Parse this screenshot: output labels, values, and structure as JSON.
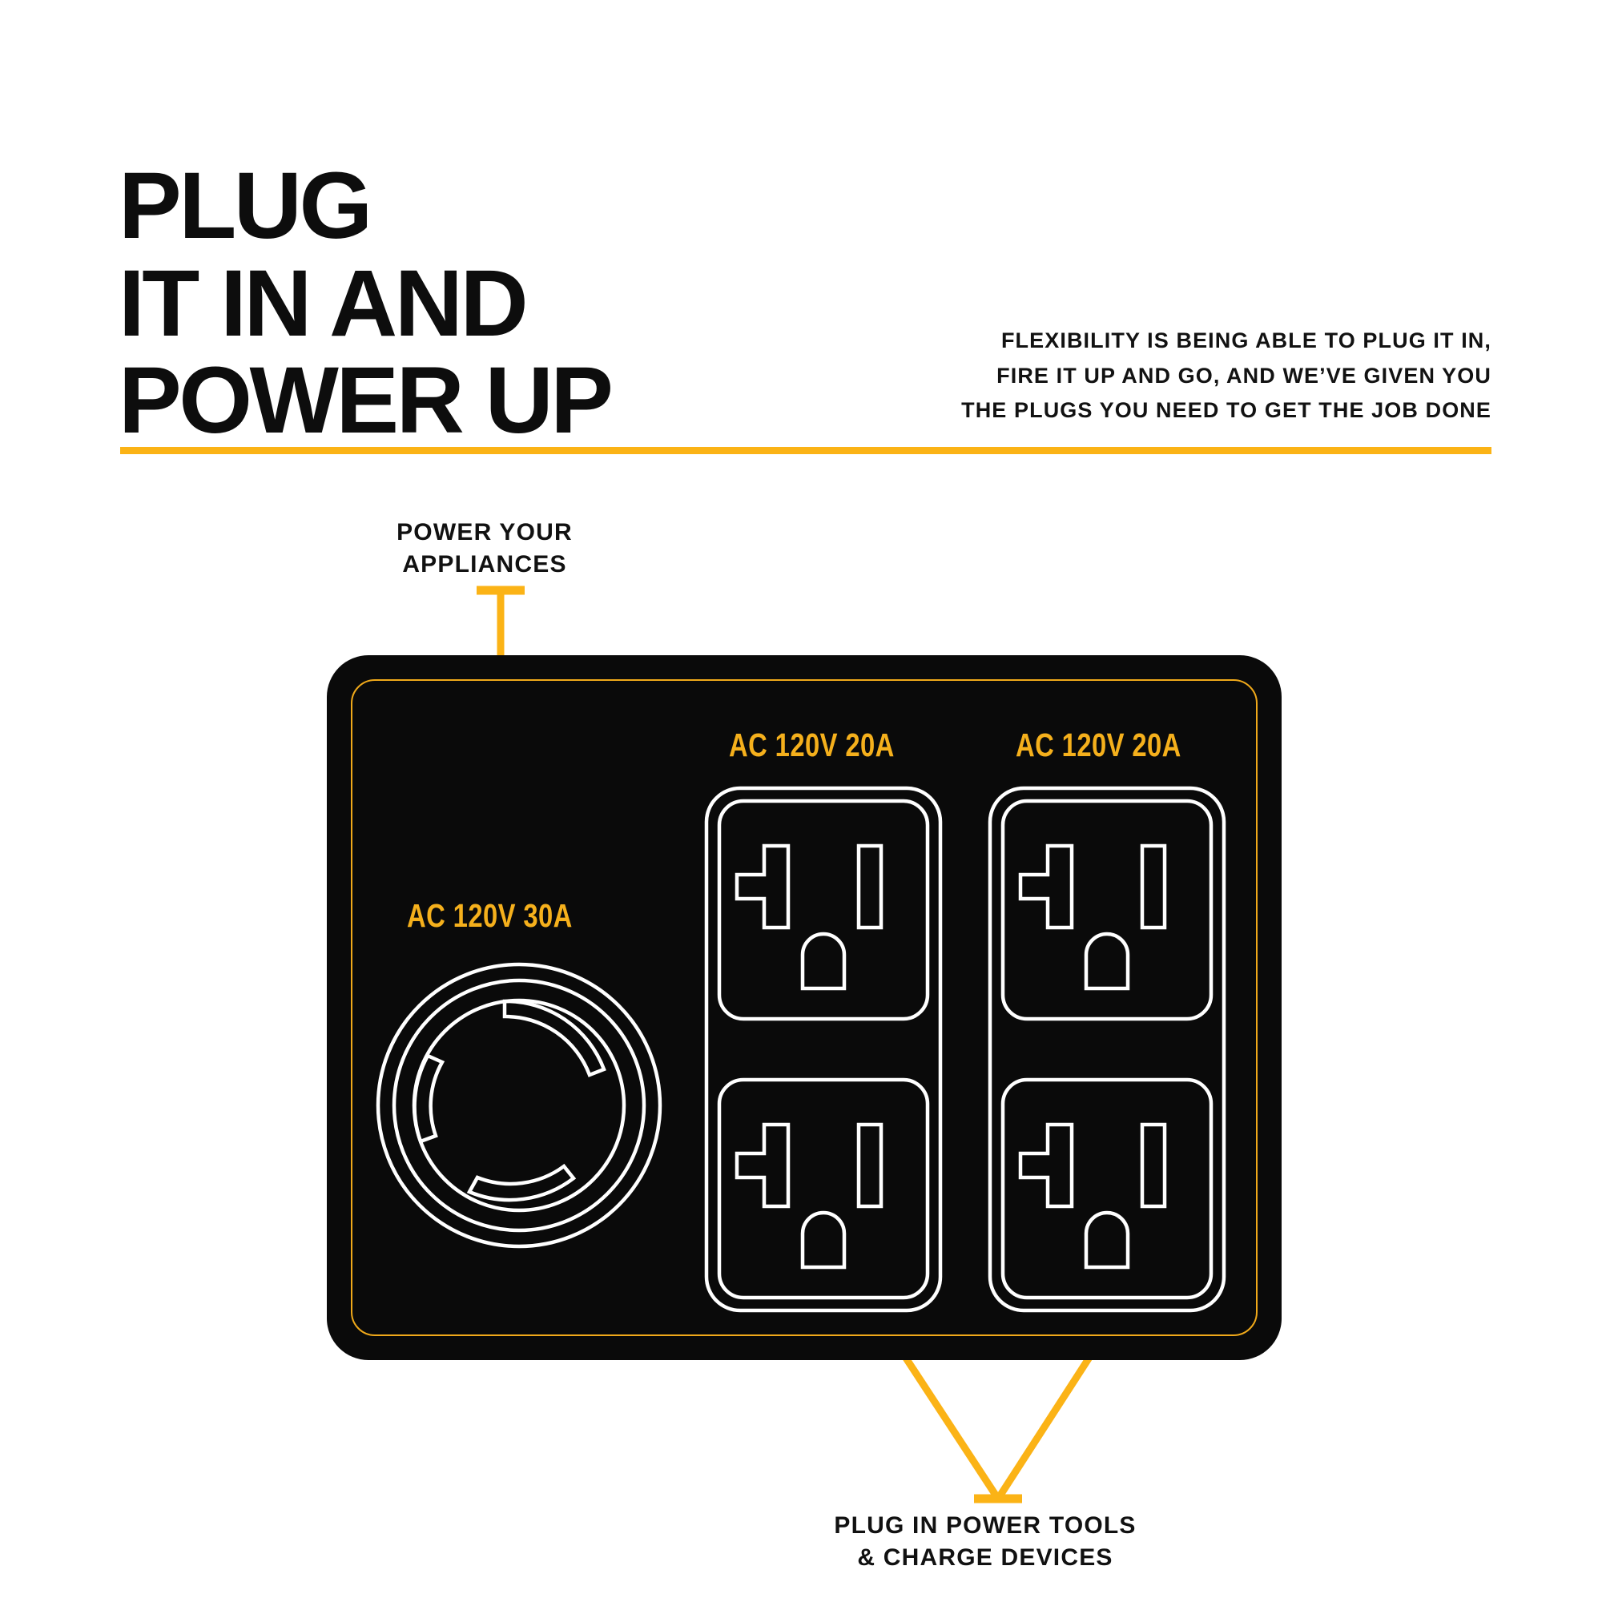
{
  "header": {
    "headline": "PLUG\nIT IN AND\nPOWER UP",
    "intro_lines": [
      "FLEXIBILITY IS BEING ABLE TO PLUG IT IN,",
      "FIRE IT UP AND GO, AND WE’VE GIVEN YOU",
      "THE PLUGS YOU NEED TO GET THE JOB DONE"
    ]
  },
  "callouts": {
    "top": {
      "lines": [
        "POWER YOUR",
        "APPLIANCES"
      ]
    },
    "bottom": {
      "lines": [
        "PLUG IN POWER TOOLS",
        "& CHARGE DEVICES"
      ]
    }
  },
  "panel": {
    "outlets": [
      {
        "id": "twist-lock-30a",
        "label": "AC 120V 30A",
        "type": "twist-lock",
        "count": 1
      },
      {
        "id": "duplex-left",
        "label": "AC 120V 20A",
        "type": "nema-5-20r-duplex",
        "count": 2
      },
      {
        "id": "duplex-right",
        "label": "AC 120V 20A",
        "type": "nema-5-20r-duplex",
        "count": 2
      }
    ]
  },
  "colors": {
    "accent_yellow": "#fbb316",
    "panel_black": "#0a0a0a",
    "outlet_outline": "#ffffff",
    "text_black": "#111111",
    "background": "#ffffff"
  }
}
